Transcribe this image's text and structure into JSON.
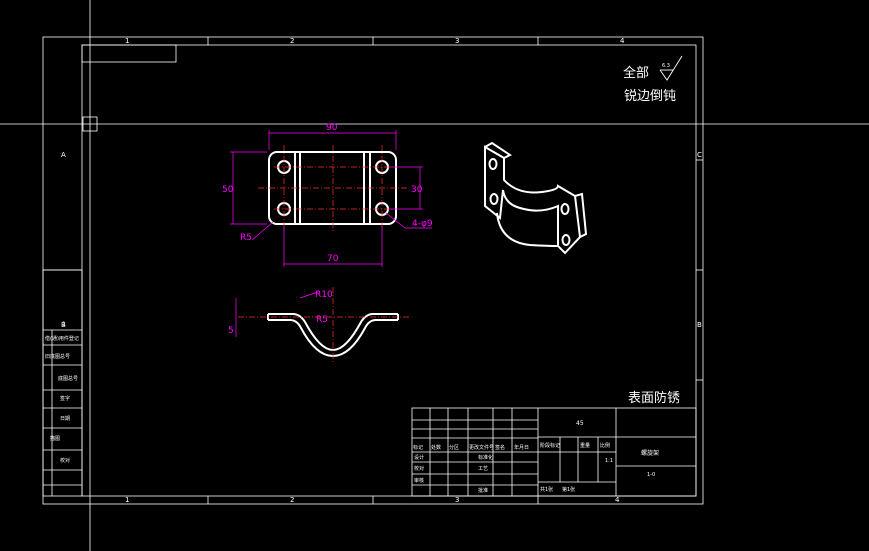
{
  "notes": {
    "all_label": "全部",
    "roughness": "6.3",
    "deburr": "锐边倒钝",
    "surface": "表面防锈"
  },
  "border_zones": {
    "top": [
      "1",
      "2",
      "3",
      "4"
    ],
    "bottom": [
      "1",
      "2",
      "3",
      "4"
    ],
    "left": [
      "A",
      "B"
    ],
    "right": [
      "C",
      "B"
    ]
  },
  "dimensions": {
    "overall_width": "90",
    "overall_height": "50",
    "hole_spacing_vertical": "30",
    "hole_spacing_horizontal": "70",
    "corner_radius": "R5",
    "holes": "4-φ9",
    "bend_radius": "R10",
    "thickness": "5",
    "bend_inner": "R5"
  },
  "title_block": {
    "material": "45",
    "part_name": "螺旋架",
    "drawing_no": "1-0",
    "scale": "1:1",
    "sheet_info": "共1张",
    "sheet_no": "第1张",
    "revision_labels": [
      "标记",
      "处数",
      "分区",
      "更改文件号",
      "签名",
      "年月日"
    ],
    "signoff_labels": [
      "设计",
      "校对",
      "审核",
      "工艺",
      "标准化",
      "批准"
    ],
    "stage_labels": [
      "阶段标记",
      "重量",
      "比例"
    ]
  },
  "left_strip": {
    "labels": [
      "1",
      "借(通)用件登记",
      "旧底图总号",
      "底图总号",
      "签字",
      "日期",
      "描图",
      "校对"
    ]
  }
}
